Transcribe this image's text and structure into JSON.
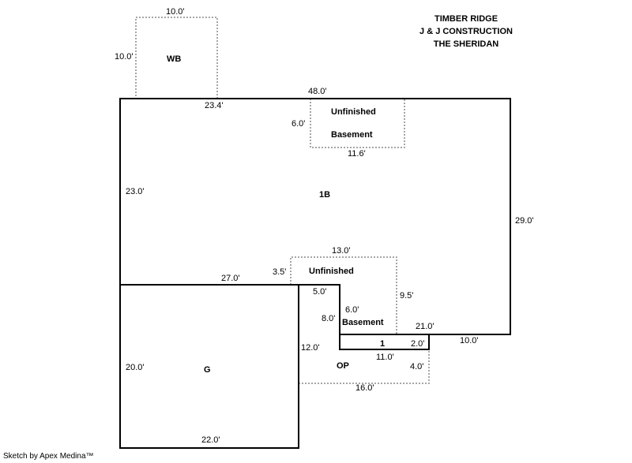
{
  "header": {
    "line1": "TIMBER RIDGE",
    "line2": "J & J CONSTRUCTION",
    "line3": "THE SHERIDAN"
  },
  "areas": {
    "wb": "WB",
    "main": "1B",
    "unfinished_top_1": "Unfinished",
    "unfinished_top_2": "Basement",
    "unfinished_low_1": "Unfinished",
    "unfinished_low_2": "Basement",
    "garage": "G",
    "porch": "OP",
    "one": "1"
  },
  "dims": {
    "wb_top": "10.0'",
    "wb_left": "10.0'",
    "top_a": "23.4'",
    "top_b": "48.0'",
    "unf_left": "6.0'",
    "unf_bottom": "11.6'",
    "left_main": "23.0'",
    "right_main": "29.0'",
    "unf2_top": "13.0'",
    "unf2_left": "3.5'",
    "unf2_right": "9.5'",
    "g_top": "27.0'",
    "step_a": "5.0'",
    "step_b": "8.0'",
    "step_c": "6.0'",
    "r21": "21.0'",
    "r10": "10.0'",
    "one_right": "2.0'",
    "one_bottom": "11.0'",
    "op_left": "12.0'",
    "op_right": "4.0'",
    "op_bottom": "16.0'",
    "g_left": "20.0'",
    "g_bottom": "22.0'"
  },
  "footer": "Sketch by Apex Medina™"
}
